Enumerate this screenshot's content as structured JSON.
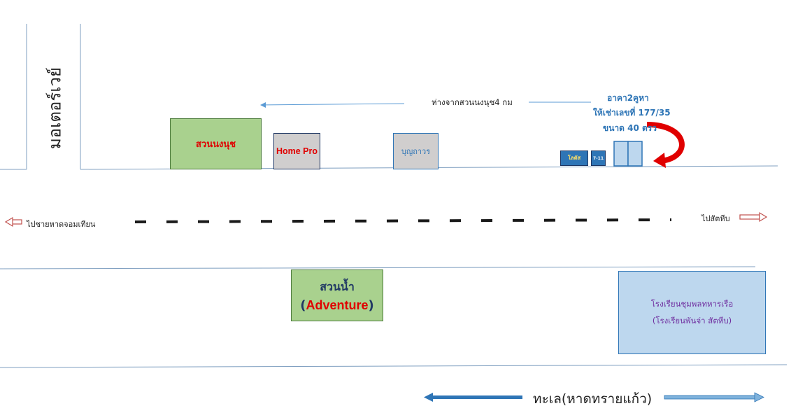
{
  "map": {
    "road_label": "มอเตอร์เวย์",
    "distance_note": "ห่างจากสวนนงนุช4 กม",
    "house": {
      "line1": "อาคา2คูหา",
      "line2": "ให้เช่าเลขที่ 177/35",
      "line3": "ขนาด 40 ตรว"
    },
    "places": {
      "nongnooch": "สวนนงนุช",
      "homepro": "Home Pro",
      "bunthawon": "บุญถาวร",
      "lotus": "โลตัส",
      "seven": "7-11",
      "waterpark_line1": "สวนน้ำ",
      "waterpark_open": "(",
      "waterpark_name": "Adventure",
      "waterpark_close": ")",
      "school_line1": "โรงเรียนชุมพลทหารเรือ",
      "school_line2": "(โรงเรียนพันจ่า สัตหีบ)"
    },
    "directions": {
      "left": "ไปชายหาดจอมเทียน",
      "right": "ไปสัตหีบ",
      "sea": "ทะเล(หาดทรายแก้ว)"
    },
    "colors": {
      "green_fill": "#a9d18e",
      "gray_fill": "#d0cece",
      "blue_fill": "#bdd7ee",
      "building_blue": "#2e75b6",
      "red_text": "#e00000",
      "navy": "#203864",
      "curved_arrow": "#e00000"
    }
  }
}
